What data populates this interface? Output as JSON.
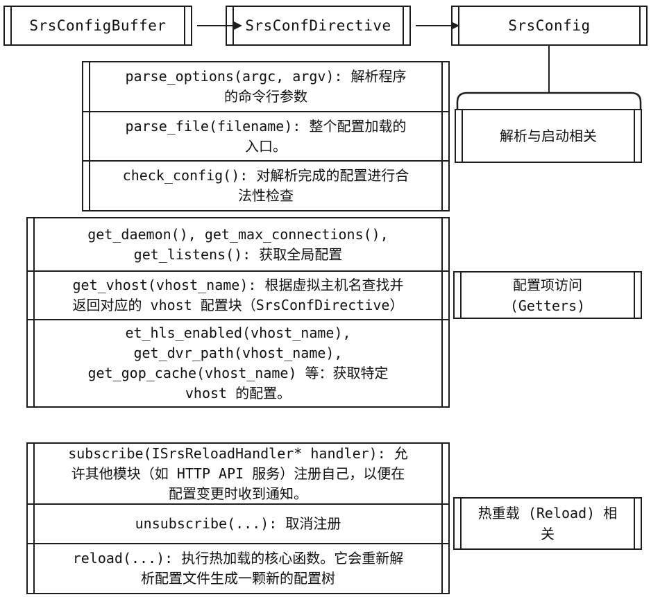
{
  "colors": {
    "line": "#1d1d1d",
    "background": "#ffffff",
    "text": "#111111"
  },
  "diagram": {
    "classes": [
      {
        "name": "SrsConfigBuffer"
      },
      {
        "name": "SrsConfDirective"
      },
      {
        "name": "SrsConfig"
      }
    ],
    "groups": [
      {
        "label": "解析与启动相关",
        "rows": [
          {
            "text": "parse_options(argc, argv): 解析程序\n的命令行参数"
          },
          {
            "text": "parse_file(filename): 整个配置加载的\n入口。"
          },
          {
            "text": "check_config(): 对解析完成的配置进行合\n法性检查"
          }
        ]
      },
      {
        "label": "配置项访问\n(Getters)",
        "rows": [
          {
            "text": "get_daemon(), get_max_connections(),\nget_listens(): 获取全局配置"
          },
          {
            "text": "get_vhost(vhost_name): 根据虚拟主机名查找并\n返回对应的 vhost 配置块（SrsConfDirective）"
          },
          {
            "text": "et_hls_enabled(vhost_name),\nget_dvr_path(vhost_name),\nget_gop_cache(vhost_name) 等：获取特定\nvhost 的配置。"
          }
        ]
      },
      {
        "label": "热重载 (Reload) 相\n关",
        "rows": [
          {
            "text": "subscribe(ISrsReloadHandler* handler): 允\n许其他模块（如 HTTP API 服务）注册自己，以便在\n配置变更时收到通知。"
          },
          {
            "text": "unsubscribe(...): 取消注册"
          },
          {
            "text": "reload(...): 执行热加载的核心函数。它会重新解\n析配置文件生成一颗新的配置树"
          }
        ]
      }
    ]
  }
}
